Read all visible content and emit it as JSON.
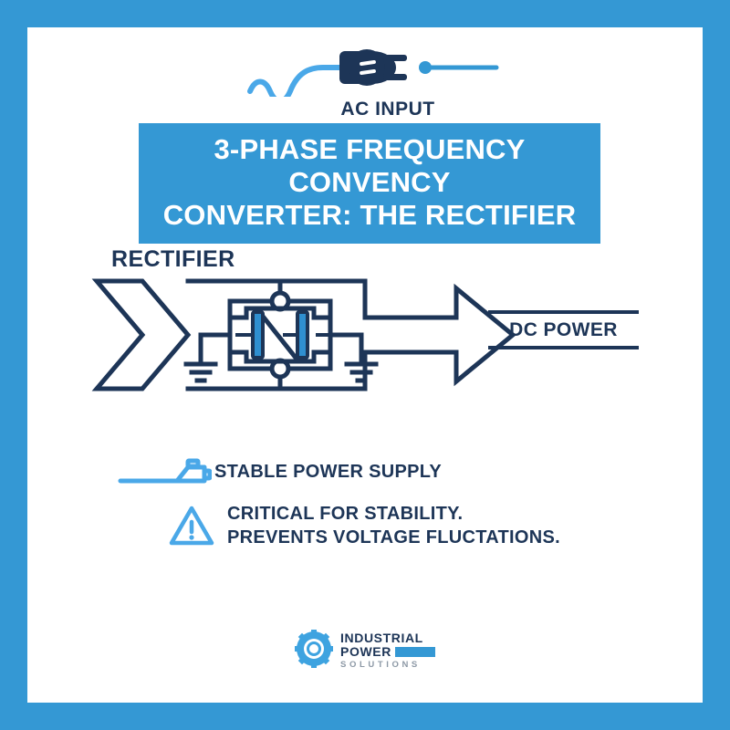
{
  "theme": {
    "frame_color": "#3498d4",
    "card_background": "#ffffff",
    "navy": "#1d3557",
    "accent_blue": "#3498d4",
    "light_blue": "#4aa8e8",
    "muted_gray": "#8d99a6"
  },
  "ac_input": {
    "label": "AC INPUT",
    "plug_icon": "power-plug-icon",
    "cord_icon": "wavy-cord-icon",
    "node_icon": "connection-dot-icon"
  },
  "title": {
    "line1": "3-PHASE FREQUENCY CONVENCY",
    "line2": "CONVERTER: THE RECTIFIER",
    "background": "#3498d4",
    "text_color": "#ffffff"
  },
  "diagram": {
    "rectifier_label": "RECTIFIER",
    "block_icon": "rectifier-block-icon",
    "circuit_icon": "diode-bridge-circuit-icon",
    "ground_icon": "ground-symbol-icon",
    "arrow_icon": "right-arrow-icon",
    "output": {
      "label": "DC POWER"
    }
  },
  "features": [
    {
      "icon": "battery-icon",
      "icon_color": "#4aa8e8",
      "lines": [
        "STABLE POWER SUPPLY"
      ]
    },
    {
      "icon": "warning-triangle-icon",
      "icon_color": "#4aa8e8",
      "lines": [
        "CRITICAL FOR STABILITY.",
        "PREVENTS VOLTAGE FLUCTATIONS."
      ]
    }
  ],
  "logo": {
    "gear_icon": "gear-icon",
    "line_industrial": "INDUSTRIAL",
    "line_power": "POWER",
    "line_solutions": "SOLUTIONS",
    "bar_color": "#3498d4"
  }
}
